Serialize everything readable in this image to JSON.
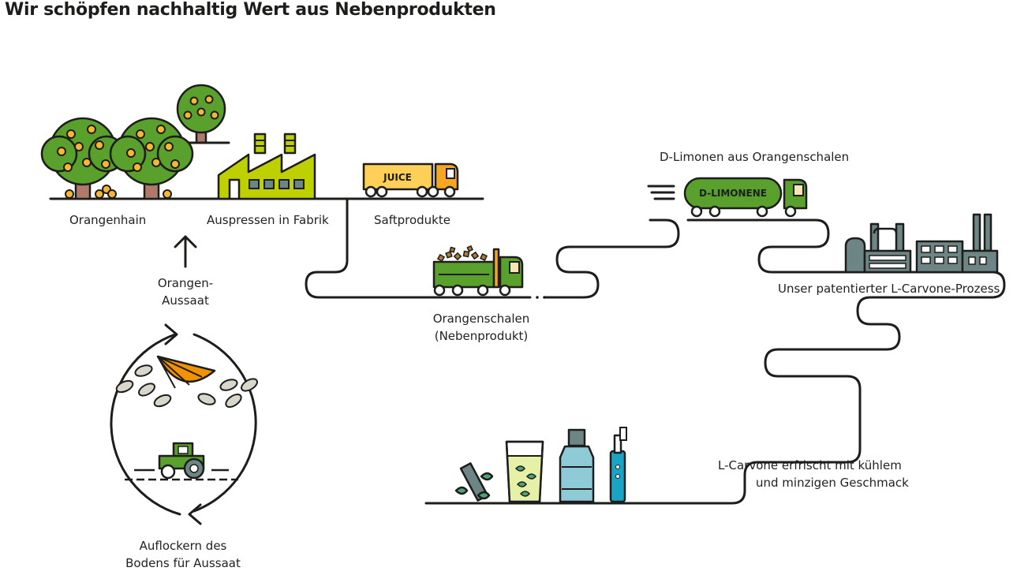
{
  "title": "Wir schöpfen nachhaltig Wert aus Nebenprodukten",
  "labels": {
    "orangenhain": "Orangenhain",
    "auspressen": "Auspressen in Fabrik",
    "saftprodukte": "Saftprodukte",
    "schalen_line1": "Orangenschalen",
    "schalen_line2": "(Nebenprodukt)",
    "dlimonen": "D-Limonen aus Orangenschalen",
    "prozess": "Unser patentierter L-Carvone-Prozess",
    "lcarvone_line1": "L-Carvone erfrischt mit kühlem",
    "lcarvone_line2": "und minzigen Geschmack",
    "aussaat_line1": "Orangen-",
    "aussaat_line2": "Aussaat",
    "boden_line1": "Auflockern des",
    "boden_line2": "Bodens für Aussaat"
  },
  "truck_texts": {
    "juice": "JUICE",
    "limonene": "D-LIMONENE"
  },
  "colors": {
    "ink": "#1d1d1b",
    "leaf_green": "#5aa02c",
    "trunk": "#b07a6b",
    "orange_fruit": "#f7b733",
    "factory_yellow_green": "#bfd000",
    "juice_yellow": "#ffd057",
    "truck_orange": "#f5a623",
    "orange_slice": "#f39200",
    "seed": "#d9d6cc",
    "industry_gray": "#6e8585",
    "mint": "#4fa37a",
    "glass_drink": "#e6f0a6",
    "mouthwash": "#8fcbd6",
    "toothbrush": "#1aa3c4"
  }
}
